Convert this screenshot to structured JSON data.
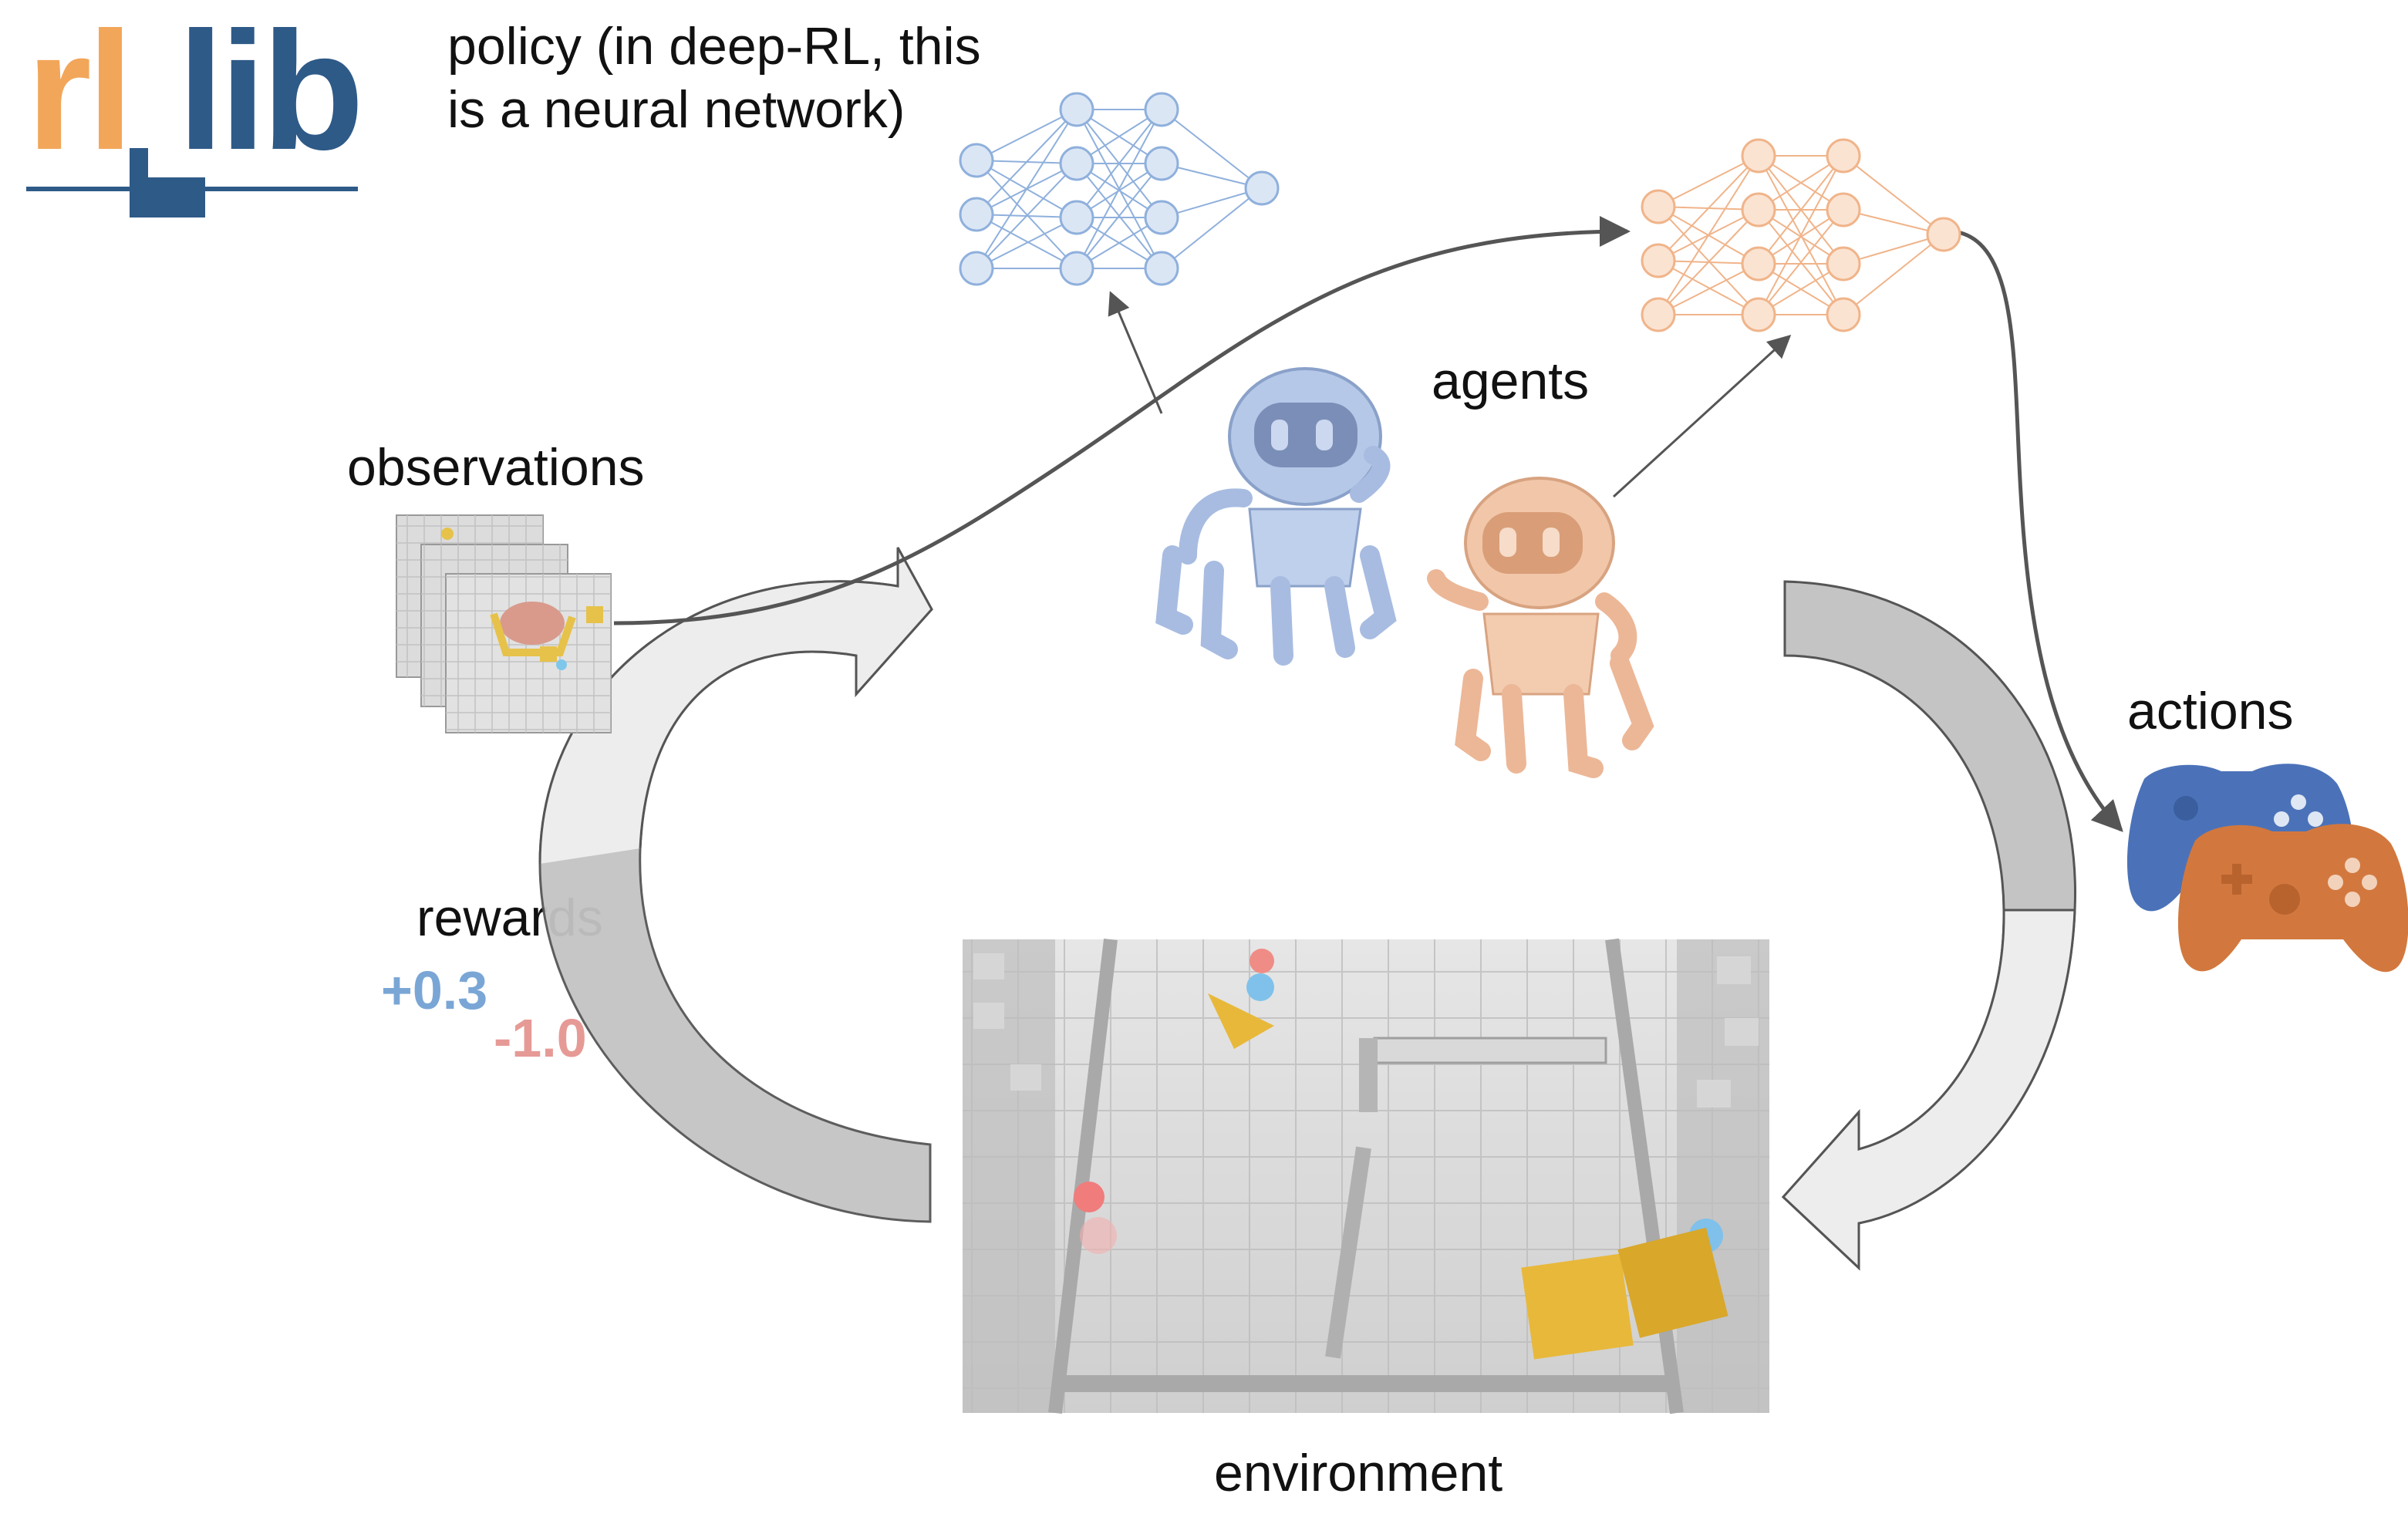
{
  "logo": {
    "part1": "rl",
    "part2": "lib",
    "colors": [
      "#f2a65a",
      "#2e5a88"
    ]
  },
  "labels": {
    "policy_line1": "policy (in deep-RL, this",
    "policy_line2": "is a neural network)",
    "agents": "agents",
    "observations": "observations",
    "actions": "actions",
    "rewards": "rewards",
    "environment": "environment"
  },
  "rewards": [
    {
      "value": "+0.3",
      "color": "#7aa6d6"
    },
    {
      "value": "-1.0",
      "color": "#e69a96"
    }
  ],
  "colors": {
    "blue_agent": "#8fb0dc",
    "orange_agent": "#f0b48a",
    "flow_arrow": "#555555",
    "cycle_arrow_fill": "#bdbdbd"
  },
  "icons": [
    "neural-network-icon",
    "robot-icon",
    "gamepad-icon",
    "observation-frames-icon",
    "environment-scene-icon"
  ]
}
